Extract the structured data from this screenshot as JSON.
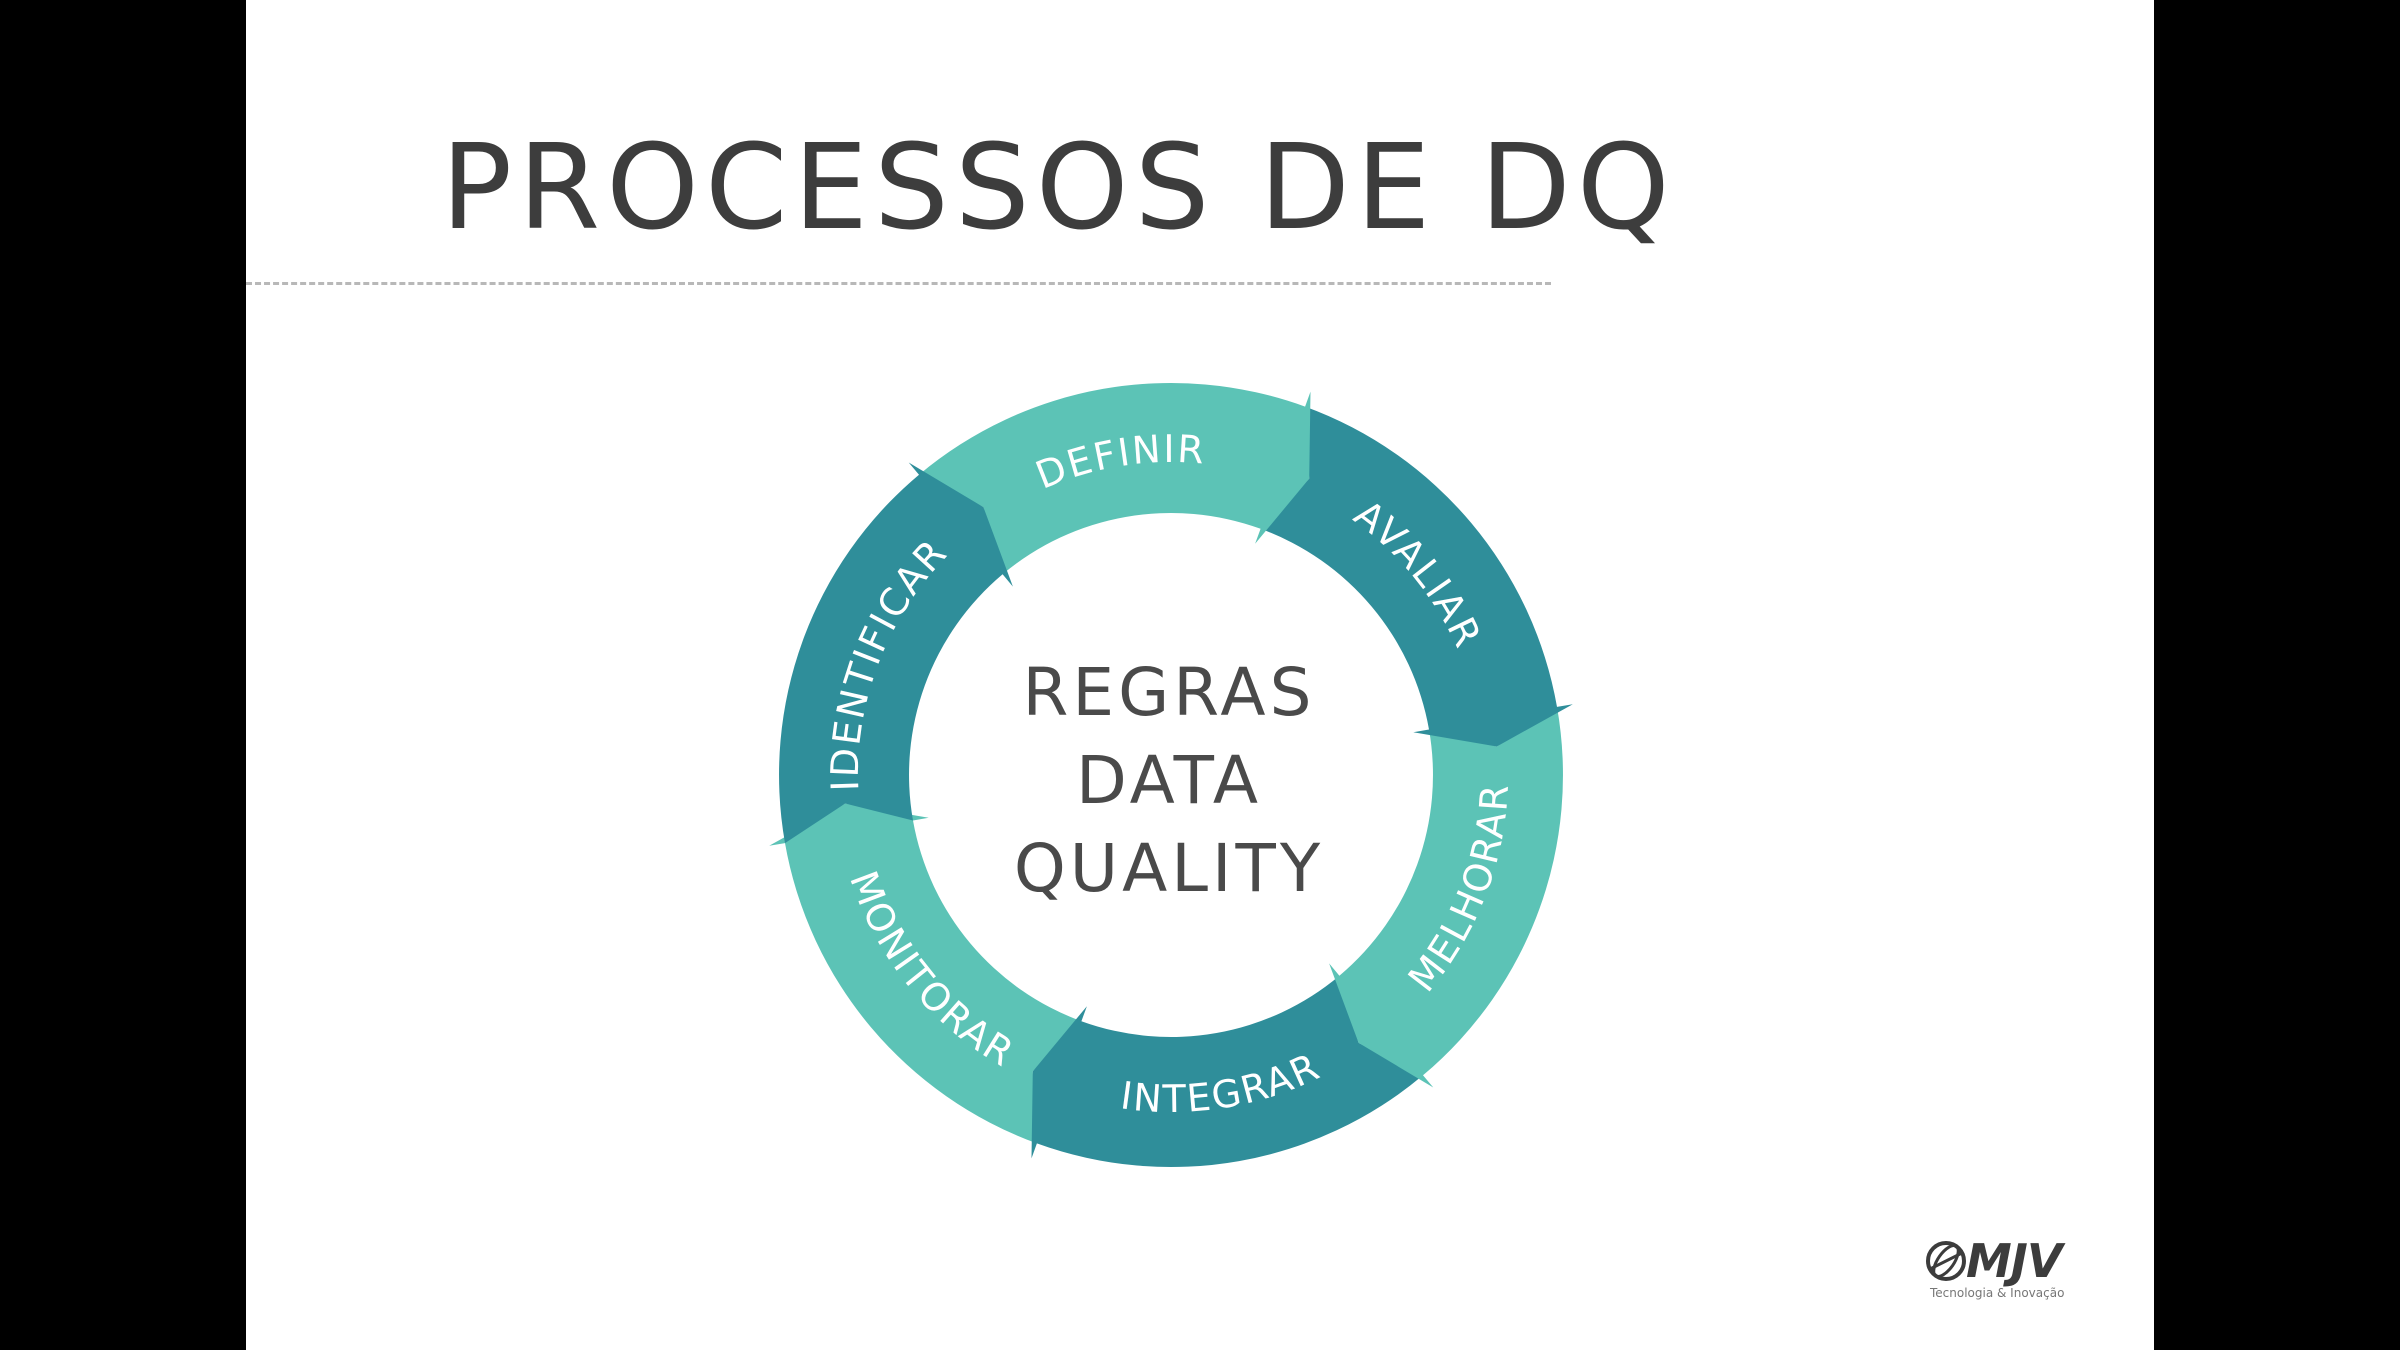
{
  "slide": {
    "title": "PROCESSOS DE DQ"
  },
  "diagram": {
    "center_lines": [
      "REGRAS",
      "DATA",
      "QUALITY"
    ],
    "steps": [
      {
        "label": "IDENTIFICAR",
        "color": "#2f8e9a"
      },
      {
        "label": "DEFINIR",
        "color": "#5cc3b6"
      },
      {
        "label": "AVALIAR",
        "color": "#2f8e9a"
      },
      {
        "label": "MELHORAR",
        "color": "#5cc3b6"
      },
      {
        "label": "INTEGRAR",
        "color": "#2f8e9a"
      },
      {
        "label": "MONITORAR",
        "color": "#5cc3b6"
      }
    ]
  },
  "logo": {
    "name": "MJV",
    "tagline": "Tecnologia & Inovação"
  }
}
